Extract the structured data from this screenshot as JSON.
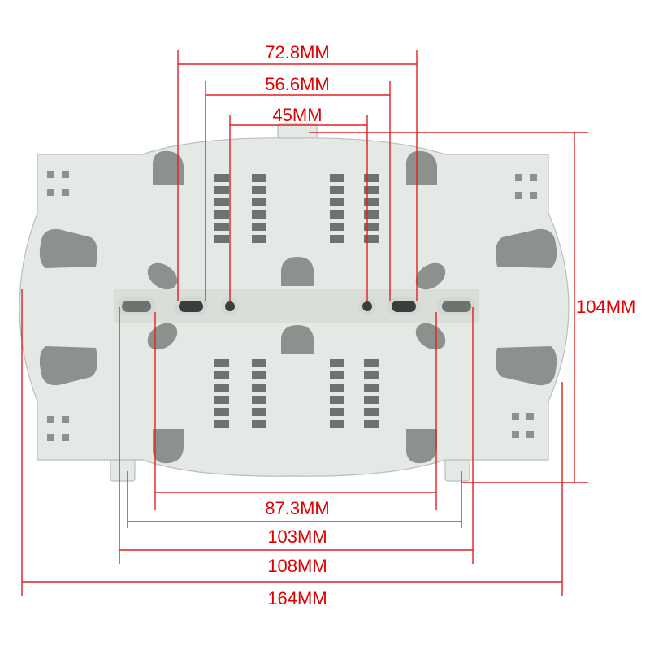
{
  "dimensions": {
    "top_outer": "72.8MM",
    "top_middle": "56.6MM",
    "top_inner": "45MM",
    "height": "104MM",
    "bottom_1": "87.3MM",
    "bottom_2": "103MM",
    "bottom_3": "108MM",
    "overall_width": "164MM"
  },
  "colors": {
    "dimension": "#e00000",
    "tray": "#e5e9e6",
    "cutout": "#8c918d"
  }
}
